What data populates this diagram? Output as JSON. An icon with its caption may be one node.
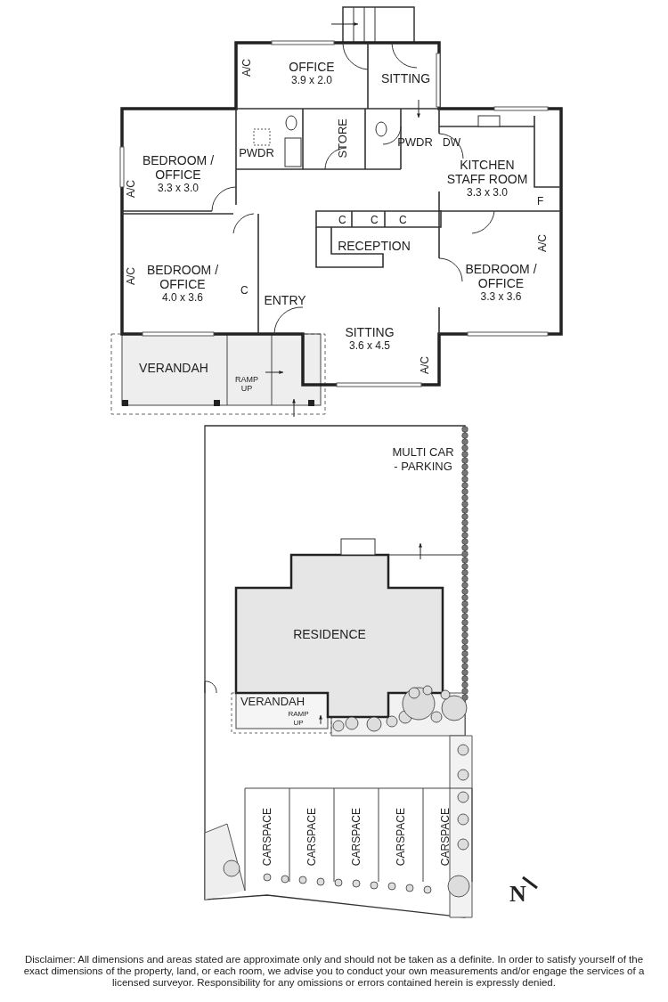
{
  "diagram": {
    "caption": "Disclaimer: All dimensions and areas stated are approximate only and should not be taken as a definite. In order to satisfy yourself of the exact dimensions of the property, land, or each room, we advise you to conduct your own measurements and/or engage the services of a licensed surveyor. Responsibility for any omissions or errors contained herein is expressly denied.",
    "nodes": [
      {
        "text": [
          "OFFICE",
          "3.9 x 2.0"
        ]
      },
      {
        "text": [
          "SITTING"
        ]
      },
      {
        "text": [
          "BEDROOM / OFFICE",
          "3.3 x 3.0"
        ]
      },
      {
        "text": [
          "PWDR"
        ]
      },
      {
        "text": [
          "STORE"
        ]
      },
      {
        "text": [
          "PWDR"
        ]
      },
      {
        "text": [
          "KITCHEN",
          "STAFF ROOM",
          "3.3 x 3.0"
        ]
      },
      {
        "text": [
          "RECEPTION"
        ]
      },
      {
        "text": [
          "BEDROOM / OFFICE",
          "4.0 x 3.6"
        ]
      },
      {
        "text": [
          "ENTRY"
        ]
      },
      {
        "text": [
          "BEDROOM / OFFICE",
          "3.3 x 3.6"
        ]
      },
      {
        "text": [
          "SITTING",
          "3.6 x 4.5"
        ]
      },
      {
        "text": [
          "VERANDAH"
        ]
      },
      {
        "text": [
          "RESIDENCE"
        ]
      },
      {
        "text": [
          "VERANDAH"
        ]
      },
      {
        "text": [
          "CARSPACE"
        ]
      },
      {
        "text": [
          "CARSPACE"
        ]
      },
      {
        "text": [
          "CARSPACE"
        ]
      },
      {
        "text": [
          "CARSPACE"
        ]
      },
      {
        "text": [
          "CARSPACE"
        ]
      }
    ],
    "edges": [],
    "labels": [
      "A/C",
      "A/C",
      "DW",
      "C",
      "C",
      "C",
      "F",
      "A/C",
      "A/C",
      "C",
      "A/C",
      "RAMP UP",
      "MULTI CAR - PARKING",
      "RAMP UP",
      "N"
    ]
  }
}
